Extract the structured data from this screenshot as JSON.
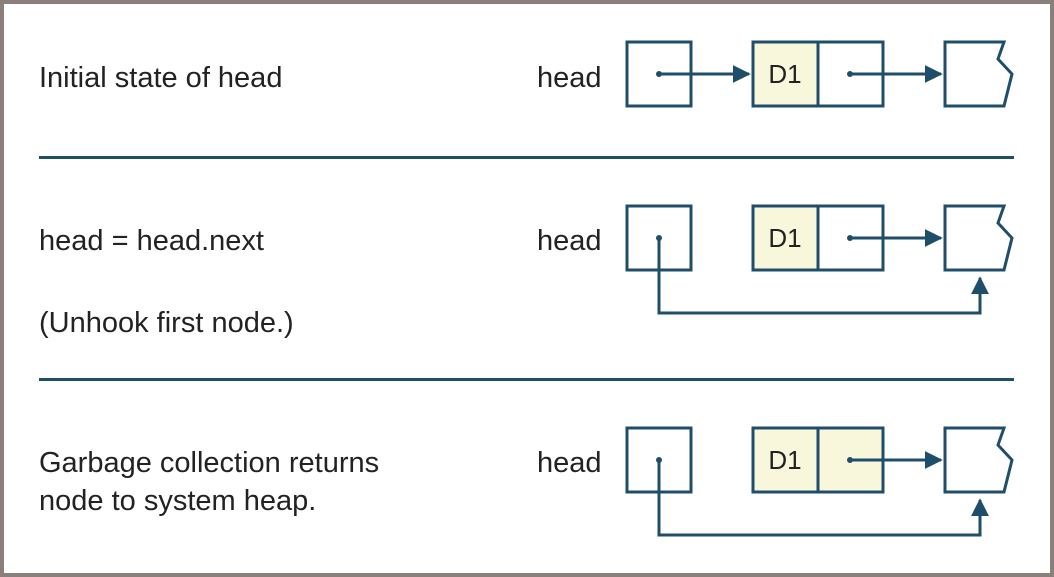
{
  "rows": [
    {
      "caption_lines": [
        "Initial state of head"
      ],
      "head_label": "head",
      "node_label": "D1"
    },
    {
      "caption_lines": [
        "head = head.next"
      ],
      "note": "(Unhook first node.)",
      "head_label": "head",
      "node_label": "D1"
    },
    {
      "caption_lines": [
        "Garbage collection returns",
        "node to system heap."
      ],
      "head_label": "head",
      "node_label": "D1"
    }
  ],
  "colors": {
    "stroke": "#1f4e6b",
    "node_data_fill": "#f8f7dc",
    "frame": "#8a7f7a"
  }
}
